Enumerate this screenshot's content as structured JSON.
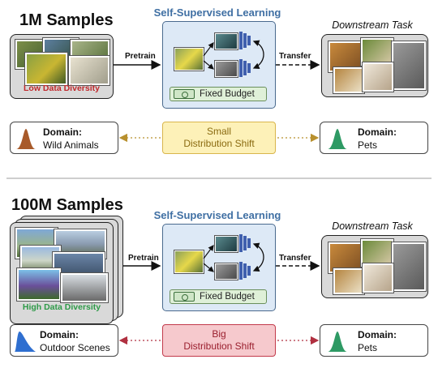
{
  "top": {
    "samples_title": "1M Samples",
    "diversity_label": "Low Data Diversity",
    "ssl_title": "Self-Supervised Learning",
    "budget_label": "Fixed Budget",
    "pretrain_label": "Pretrain",
    "transfer_label": "Transfer",
    "downstream_title": "Downstream Task",
    "source_domain_label": "Domain:",
    "source_domain_value": "Wild Animals",
    "shift_line1": "Small",
    "shift_line2": "Distribution Shift",
    "target_domain_label": "Domain:",
    "target_domain_value": "Pets"
  },
  "bottom": {
    "samples_title": "100M Samples",
    "diversity_label": "High Data Diversity",
    "ssl_title": "Self-Supervised Learning",
    "budget_label": "Fixed Budget",
    "pretrain_label": "Pretrain",
    "transfer_label": "Transfer",
    "downstream_title": "Downstream Task",
    "source_domain_label": "Domain:",
    "source_domain_value": "Outdoor Scenes",
    "shift_line1": "Big",
    "shift_line2": "Distribution Shift",
    "target_domain_label": "Domain:",
    "target_domain_value": "Pets"
  },
  "colors": {
    "low_diversity": "#c0282c",
    "high_diversity": "#2e9a48",
    "small_shift_fill": "#fdf1b8",
    "small_shift_border": "#d9b64c",
    "big_shift_fill": "#f6c9cd",
    "big_shift_border": "#c23a4b",
    "wild_animals_curve": "#a85a2a",
    "pets_curve": "#2e9a64",
    "outdoor_curve": "#2f6fd0",
    "ssl_accent": "#3f6fa3"
  }
}
